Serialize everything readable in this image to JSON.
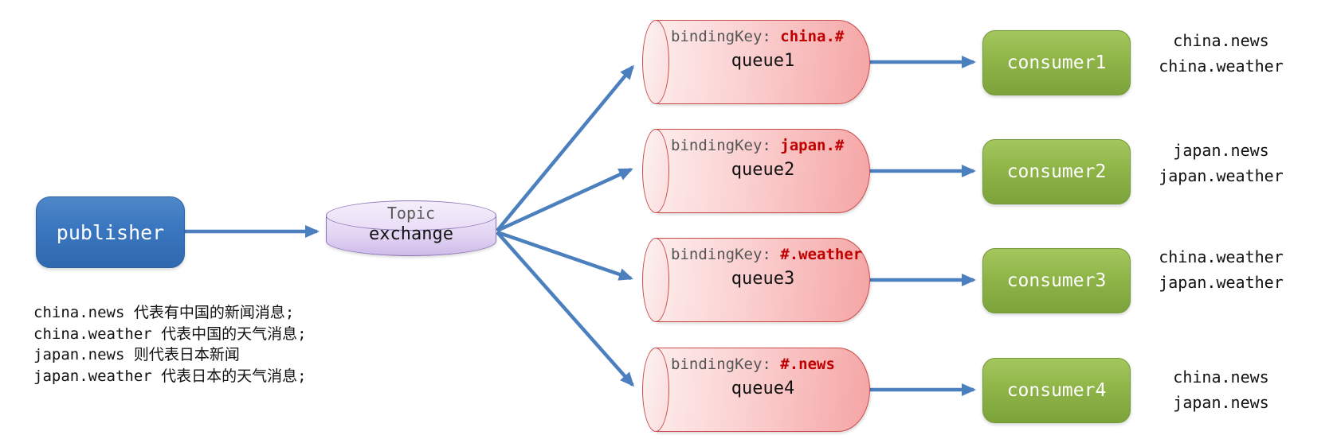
{
  "diagram": {
    "publisher": {
      "label": "publisher"
    },
    "exchange": {
      "type_label": "Topic",
      "label": "exchange"
    },
    "queues": [
      {
        "binding_label": "bindingKey:",
        "binding_value": "china.#",
        "name": "queue1"
      },
      {
        "binding_label": "bindingKey:",
        "binding_value": "japan.#",
        "name": "queue2"
      },
      {
        "binding_label": "bindingKey:",
        "binding_value": "#.weather",
        "name": "queue3"
      },
      {
        "binding_label": "bindingKey:",
        "binding_value": "#.news",
        "name": "queue4"
      }
    ],
    "consumers": [
      {
        "name": "consumer1",
        "received": [
          "china.news",
          "china.weather"
        ]
      },
      {
        "name": "consumer2",
        "received": [
          "japan.news",
          "japan.weather"
        ]
      },
      {
        "name": "consumer3",
        "received": [
          "china.weather",
          "japan.weather"
        ]
      },
      {
        "name": "consumer4",
        "received": [
          "china.news",
          "japan.news"
        ]
      }
    ],
    "notes": [
      "china.news 代表有中国的新闻消息;",
      "china.weather 代表中国的天气消息;",
      "japan.news 则代表日本新闻",
      "japan.weather 代表日本的天气消息;"
    ],
    "colors": {
      "arrow": "#4b7fbe",
      "publisher_fill": "#3a76bf",
      "exchange_fill": "#e4d6f4",
      "exchange_border": "#8e76b6",
      "queue_fill": "#f8bcbc",
      "queue_border": "#ca4d4c",
      "binding_value_color": "#c00000",
      "consumer_fill": "#8fb549"
    }
  }
}
